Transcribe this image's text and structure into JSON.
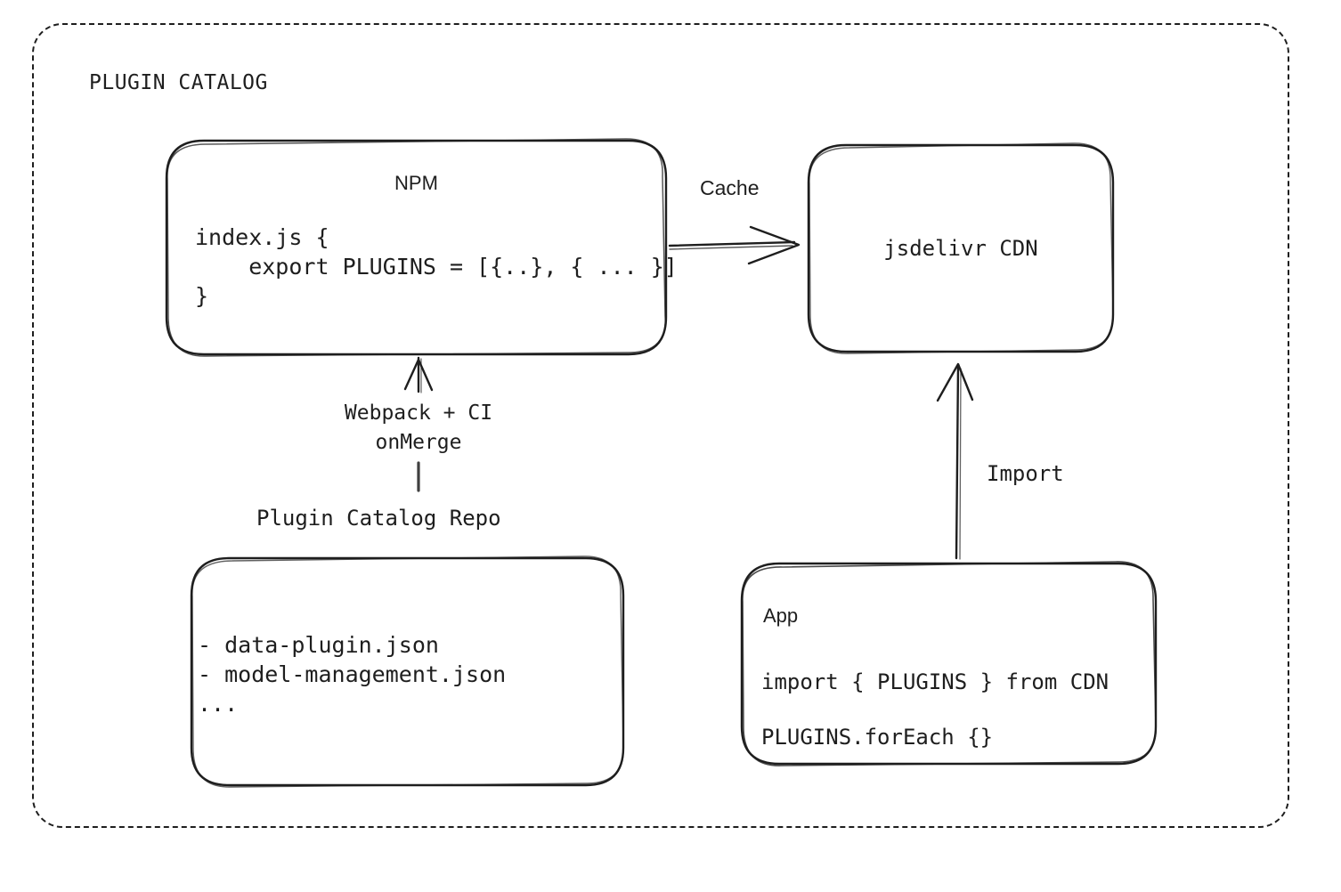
{
  "diagram": {
    "frame": {
      "title": "PLUGIN CATALOG",
      "style": "dashed-rounded-rect",
      "stroke": "#1e1e1e"
    },
    "nodes": {
      "npm": {
        "title": "NPM",
        "code": "index.js {\n    export PLUGINS = [{..}, { ... }]\n}"
      },
      "cdn": {
        "title": "jsdelivr CDN"
      },
      "repo_box": {
        "list": "- data-plugin.json\n- model-management.json\n..."
      },
      "app": {
        "title": "App",
        "code_line_1": "import { PLUGINS } from CDN",
        "code_line_2": "PLUGINS.forEach {}"
      }
    },
    "labels": {
      "cache": "Cache",
      "webpack": "Webpack + CI\nonMerge",
      "repo": "Plugin Catalog Repo",
      "import": "Import"
    },
    "edges": [
      {
        "name": "npm-to-cdn",
        "label": "Cache",
        "direction": "right"
      },
      {
        "name": "repo-to-npm",
        "label": "Webpack + CI onMerge",
        "direction": "up"
      },
      {
        "name": "app-to-cdn",
        "label": "Import",
        "direction": "up"
      }
    ]
  }
}
